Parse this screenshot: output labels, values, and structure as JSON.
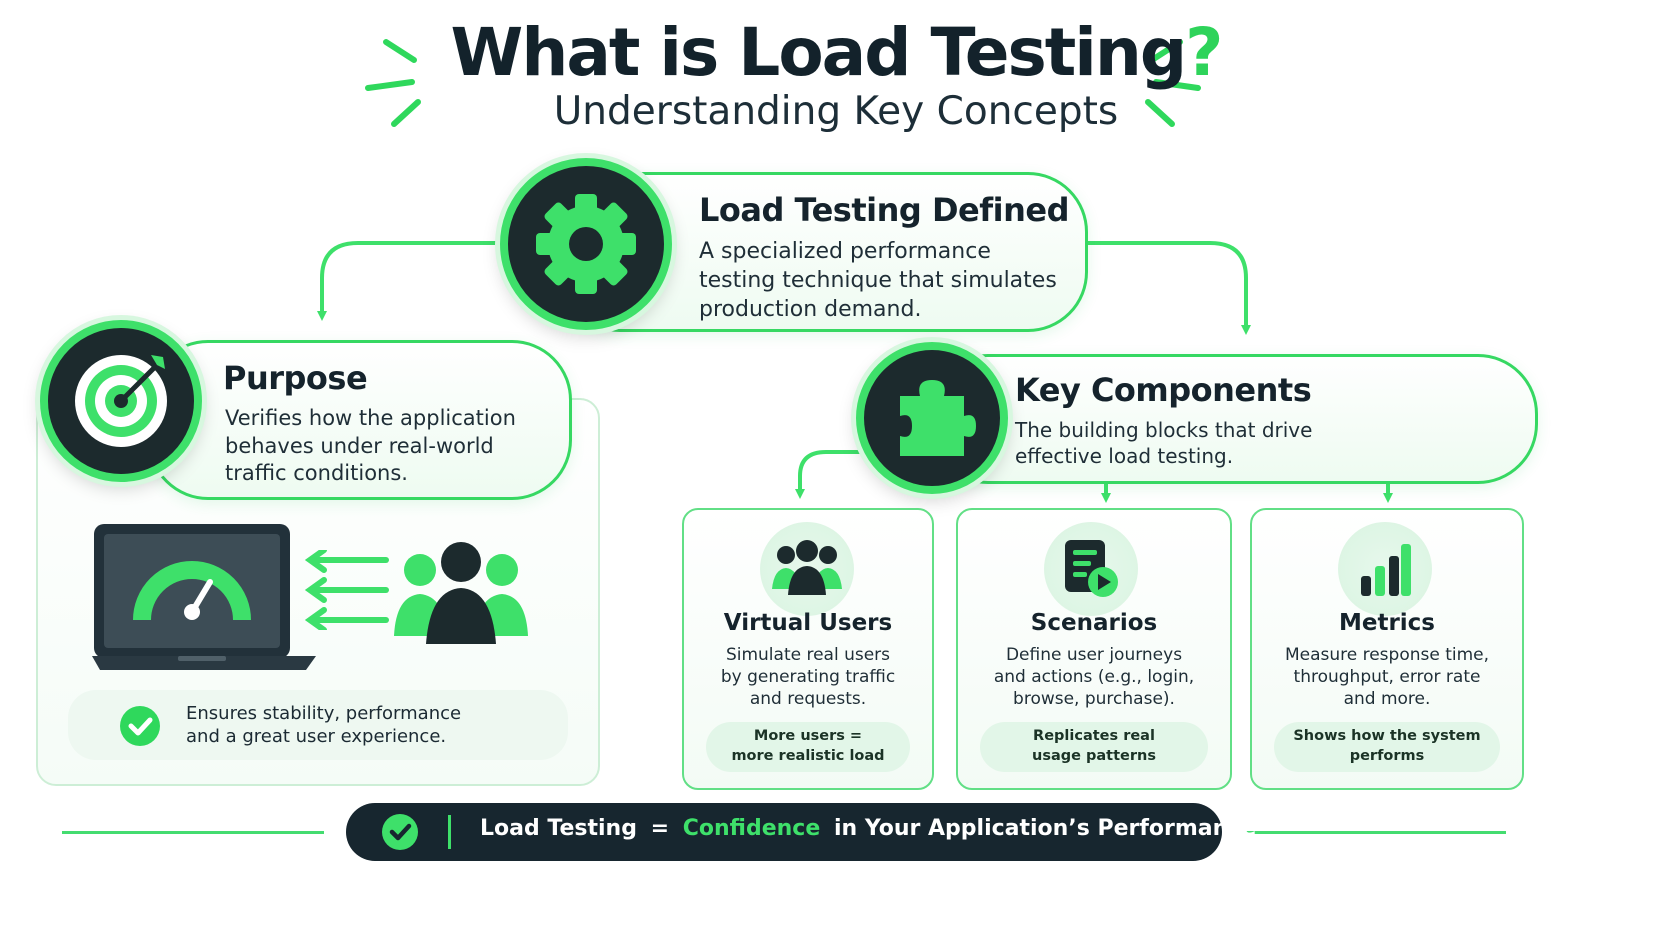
{
  "header": {
    "title_main": "What is Load Testing",
    "title_mark": "?",
    "subtitle": "Understanding Key Concepts"
  },
  "definition": {
    "title": "Load Testing Defined",
    "description_lines": [
      "A specialized performance",
      "testing technique that simulates",
      "production demand."
    ],
    "icon": "gear-icon"
  },
  "purpose": {
    "title": "Purpose",
    "description_lines": [
      "Verifies how the application",
      "behaves under real-world",
      "traffic conditions."
    ],
    "icon": "target-icon",
    "illustration": [
      "laptop-speedometer-icon",
      "arrows-icon",
      "user-group-icon"
    ],
    "note_lines": [
      "Ensures stability, performance",
      "and a great user experience."
    ],
    "note_icon": "check-circle-icon"
  },
  "components": {
    "title": "Key Components",
    "description_lines": [
      "The building blocks that drive",
      "effective load testing."
    ],
    "icon": "puzzle-icon",
    "cards": [
      {
        "title": "Virtual Users",
        "icon": "users-icon",
        "description_lines": [
          "Simulate real users",
          "by generating traffic",
          "and requests."
        ],
        "tag_lines": [
          "More users =",
          "more realistic load"
        ]
      },
      {
        "title": "Scenarios",
        "icon": "document-play-icon",
        "description_lines": [
          "Define user journeys",
          "and actions (e.g., login,",
          "browse, purchase)."
        ],
        "tag_lines": [
          "Replicates real",
          "usage patterns"
        ]
      },
      {
        "title": "Metrics",
        "icon": "bar-chart-icon",
        "description_lines": [
          "Measure response time,",
          "throughput, error rate",
          "and more."
        ],
        "tag_lines": [
          "Shows how the system",
          "performs"
        ]
      }
    ]
  },
  "footer": {
    "part1": "Load Testing",
    "equals": "=",
    "highlight": "Confidence",
    "part2": "in Your Application’s Performance",
    "icon": "check-circle-icon"
  },
  "colors": {
    "accent": "#3ee06a",
    "dark": "#1c2a2d",
    "text": "#15232c",
    "light_green": "#e7f8ec"
  }
}
